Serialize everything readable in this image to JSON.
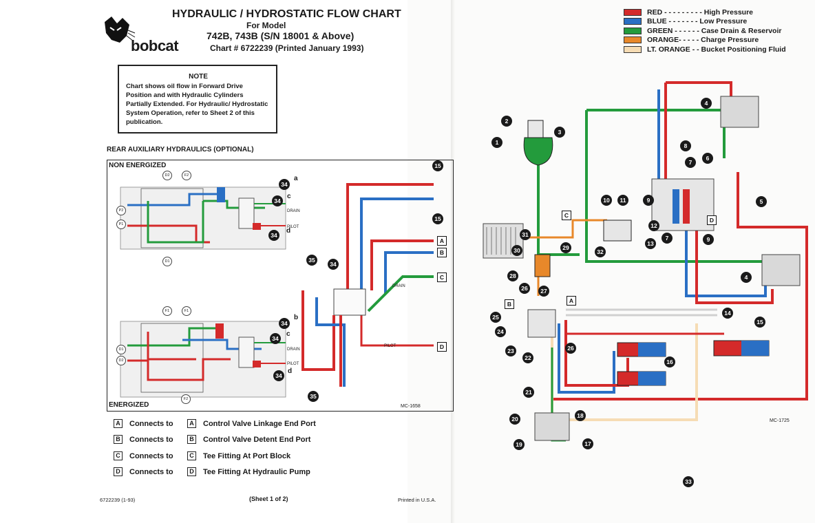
{
  "header": {
    "title": "HYDRAULIC / HYDROSTATIC FLOW CHART",
    "for_model": "For Model",
    "models": "742B, 743B (S/N 18001 & Above)",
    "chart_no": "Chart # 6722239 (Printed January 1993)",
    "logo_text": "bobcat"
  },
  "note": {
    "heading": "NOTE",
    "body": "Chart shows oil flow in Forward Drive Position and with Hydraulic Cylinders Partially Extended. For Hydraulic/ Hydrostatic System Operation, refer to Sheet 2 of this publication."
  },
  "aux": {
    "title": "REAR AUXILIARY HYDRAULICS (OPTIONAL)",
    "non_energized": "NON ENERGIZED",
    "energized": "ENERGIZED",
    "drain": "DRAIN",
    "pilot": "PILOT",
    "mc": "MC-1658"
  },
  "right_mc": "MC-1725",
  "legend": [
    {
      "color": "#d42a2a",
      "label": "RED - - - - - - - - - High Pressure"
    },
    {
      "color": "#2a6fc4",
      "label": "BLUE - - - - - - - Low Pressure"
    },
    {
      "color": "#239b3c",
      "label": "GREEN - - - - - - Case Drain & Reservoir"
    },
    {
      "color": "#e8882a",
      "label": "ORANGE- - - - - Charge Pressure"
    },
    {
      "color": "#f6dcb4",
      "label": "LT. ORANGE - - Bucket Positioning Fluid"
    }
  ],
  "connections": [
    {
      "letter": "A",
      "connects": "Connects to",
      "desc": "Control Valve Linkage End Port"
    },
    {
      "letter": "B",
      "connects": "Connects to",
      "desc": "Control Valve Detent End Port"
    },
    {
      "letter": "C",
      "connects": "Connects to",
      "desc": "Tee Fitting At Port Block"
    },
    {
      "letter": "D",
      "connects": "Connects to",
      "desc": "Tee Fitting At Hydraulic Pump"
    }
  ],
  "footer": {
    "left": "6722239 (1-93)",
    "center": "(Sheet 1 of 2)",
    "right": "Printed in U.S.A."
  },
  "aux_callouts": [
    "34",
    "a",
    "34",
    "c",
    "34",
    "d",
    "34",
    "b",
    "34",
    "c",
    "34",
    "d",
    "15",
    "15",
    "35",
    "34",
    "35"
  ],
  "aux_letters": [
    "A",
    "B",
    "C",
    "D"
  ],
  "aux_ports": [
    "D2",
    "F2",
    "P2",
    "P1",
    "D1",
    "F1",
    "D1",
    "D2",
    "F1",
    "F2"
  ],
  "right_callouts": [
    "1",
    "2",
    "3",
    "4",
    "4",
    "5",
    "6",
    "7",
    "7",
    "8",
    "9",
    "9",
    "10",
    "11",
    "12",
    "13",
    "14",
    "15",
    "16",
    "17",
    "18",
    "19",
    "20",
    "21",
    "22",
    "23",
    "24",
    "25",
    "26",
    "26",
    "27",
    "28",
    "29",
    "30",
    "31",
    "32",
    "33"
  ],
  "right_letters": [
    "A",
    "B",
    "C",
    "D"
  ],
  "colors": {
    "red": "#d42a2a",
    "blue": "#2a6fc4",
    "green": "#239b3c",
    "orange": "#e8882a",
    "lt_orange": "#f6dcb4",
    "callout": "#1a1a1a"
  }
}
